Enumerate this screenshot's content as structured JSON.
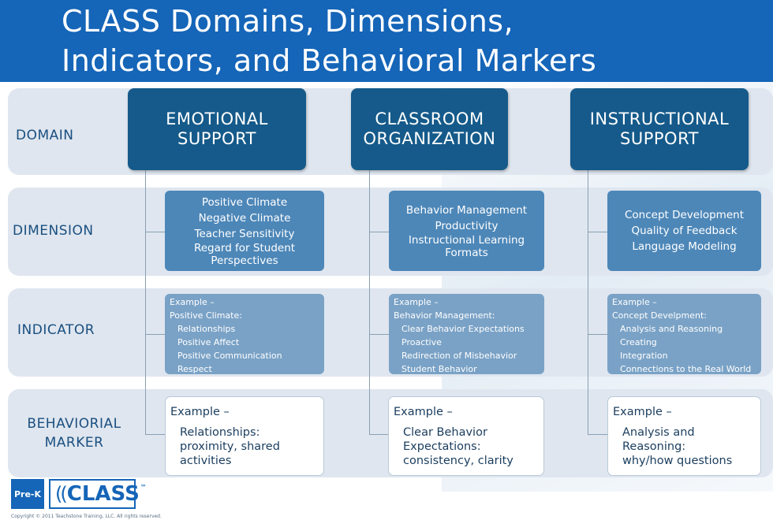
{
  "title": "CLASS Domains, Dimensions,\nIndicators, and Behavioral Markers",
  "row_labels": {
    "domain": "DOMAIN",
    "dimension": "DIMENSION",
    "indicator": "INDICATOR",
    "marker": "BEHAVIORIAL\nMARKER"
  },
  "columns": [
    {
      "domain": "EMOTIONAL\nSUPPORT",
      "dimensions": [
        "Positive Climate",
        "Negative Climate",
        "Teacher Sensitivity",
        "Regard for Student\nPerspectives"
      ],
      "indicator": {
        "example": "Example –",
        "heading": "Positive Climate:",
        "items": [
          "Relationships",
          "Positive Affect",
          "Positive Communication",
          "Respect"
        ]
      },
      "marker": {
        "example": "Example –",
        "text": "Relationships:\nproximity, shared\nactivities"
      }
    },
    {
      "domain": "CLASSROOM\nORGANIZATION",
      "dimensions": [
        "Behavior Management",
        "Productivity",
        "Instructional Learning\nFormats"
      ],
      "indicator": {
        "example": "Example –",
        "heading": "Behavior Management:",
        "items": [
          "Clear Behavior Expectations",
          "Proactive",
          "Redirection of Misbehavior",
          "Student Behavior"
        ]
      },
      "marker": {
        "example": "Example –",
        "text": "Clear Behavior\nExpectations:\nconsistency, clarity"
      }
    },
    {
      "domain": "INSTRUCTIONAL\nSUPPORT",
      "dimensions": [
        "Concept Development",
        "Quality of Feedback",
        "Language Modeling"
      ],
      "indicator": {
        "example": "Example –",
        "heading": "Concept Develpment:",
        "items": [
          "Analysis and Reasoning",
          "Creating",
          "Integration",
          "Connections to the Real World"
        ]
      },
      "marker": {
        "example": "Example –",
        "text": "Analysis and\nReasoning:\nwhy/how questions"
      }
    }
  ],
  "logo": {
    "prek": "Pre-K",
    "class": "CLASS",
    "tm": "™"
  },
  "copyright": "Copyright © 2011 Teachstone Training, LLC. All rights reserved.",
  "colors": {
    "header": "#1565b8",
    "domain_box": "#155a8a",
    "dimension_box": "#4d87b8",
    "indicator_box": "#7aa2c6",
    "row_band": "#dfe6ef",
    "label_text": "#1a4f80"
  }
}
